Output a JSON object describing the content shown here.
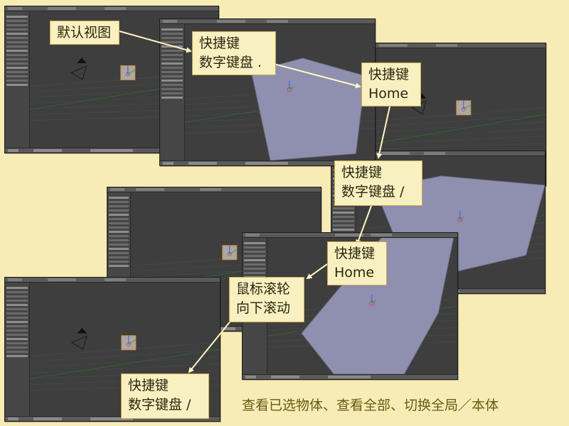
{
  "callouts": {
    "default_view": "默认视图",
    "numpad_period": {
      "line1": "快捷键",
      "line2": "数字键盘 ."
    },
    "home_1": {
      "line1": "快捷键",
      "line2": "Home"
    },
    "numpad_slash_1": {
      "line1": "快捷键",
      "line2": "数字键盘 /"
    },
    "home_2": {
      "line1": "快捷键",
      "line2": "Home"
    },
    "mouse_wheel": {
      "line1": "鼠标滚轮",
      "line2": "向下滚动"
    },
    "numpad_slash_2": {
      "line1": "快捷键",
      "line2": "数字键盘 /"
    }
  },
  "caption": "查看已选物体、查看全部、切换全局／本体",
  "colors": {
    "background": "#f7ecb5",
    "callout_fill": "#f8f0c0",
    "callout_border": "#caa84f",
    "arrow": "#fff6c2",
    "caption_text": "#6a5a12",
    "viewport": "#3e3e3e",
    "mesh": "#8f8fb0"
  }
}
